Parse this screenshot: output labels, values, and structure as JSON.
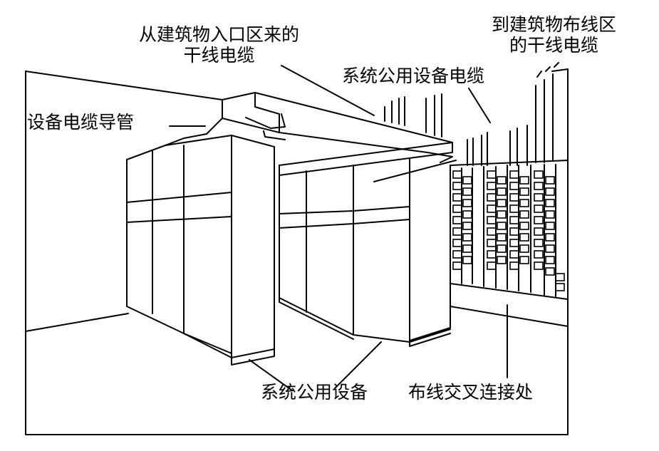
{
  "labels": {
    "trunk_in_line1": "从建筑物入口区来的",
    "trunk_in_line2": "干线电缆",
    "trunk_out_line1": "到建筑物布线区",
    "trunk_out_line2": "的干线电缆",
    "system_cable": "系统公用设备电缆",
    "conduit": "设备电缆导管",
    "system_equipment": "系统公用设备",
    "cross_connect": "布线交叉连接处"
  }
}
